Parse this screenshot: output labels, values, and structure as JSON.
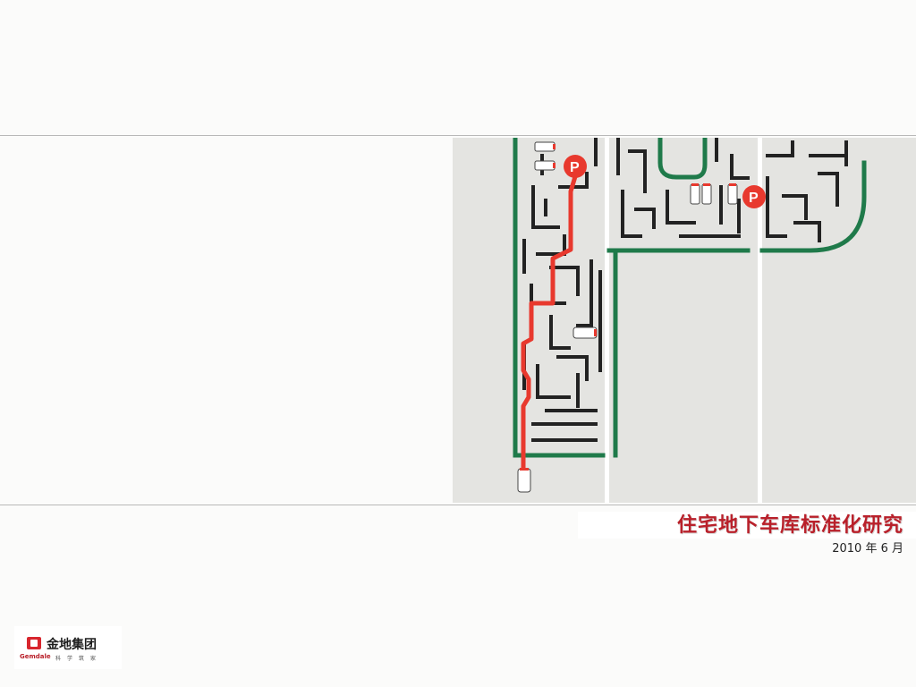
{
  "slide": {
    "title": "住宅地下车库标准化研究",
    "date": "2010 年 6 月"
  },
  "logo": {
    "name_cn": "金地集团",
    "name_en": "Gemdale",
    "motto": "科学筑家"
  },
  "maze_image": {
    "parking_sign": "P",
    "colors": {
      "route": "#e8392e",
      "wall_outer": "#1f7a4a",
      "wall_inner": "#222222",
      "badge": "#e8392e"
    }
  }
}
